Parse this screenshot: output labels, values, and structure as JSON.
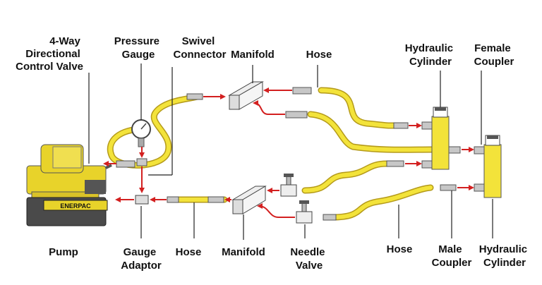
{
  "colors": {
    "hose": "#f3e33a",
    "hose_edge": "#b49a1a",
    "arrow": "#d32020",
    "pump_yellow": "#e8d32a",
    "pump_dark": "#4a4a4a",
    "leader": "#222222"
  },
  "labels": {
    "directional_valve": [
      "4-Way",
      "Directional",
      "Control Valve"
    ],
    "pressure_gauge": [
      "Pressure",
      "Gauge"
    ],
    "swivel_connector": [
      "Swivel",
      "Connector"
    ],
    "manifold_top": "Manifold",
    "hose_top": "Hose",
    "hydraulic_cylinder_top": [
      "Hydraulic",
      "Cylinder"
    ],
    "female_coupler": [
      "Female",
      "Coupler"
    ],
    "pump": "Pump",
    "gauge_adaptor": [
      "Gauge",
      "Adaptor"
    ],
    "hose_bottom_left": "Hose",
    "manifold_bottom": "Manifold",
    "needle_valve": [
      "Needle",
      "Valve"
    ],
    "hose_bottom_right": "Hose",
    "male_coupler": [
      "Male",
      "Coupler"
    ],
    "hydraulic_cylinder_bottom": [
      "Hydraulic",
      "Cylinder"
    ]
  },
  "pump_brand": "ENERPAC"
}
